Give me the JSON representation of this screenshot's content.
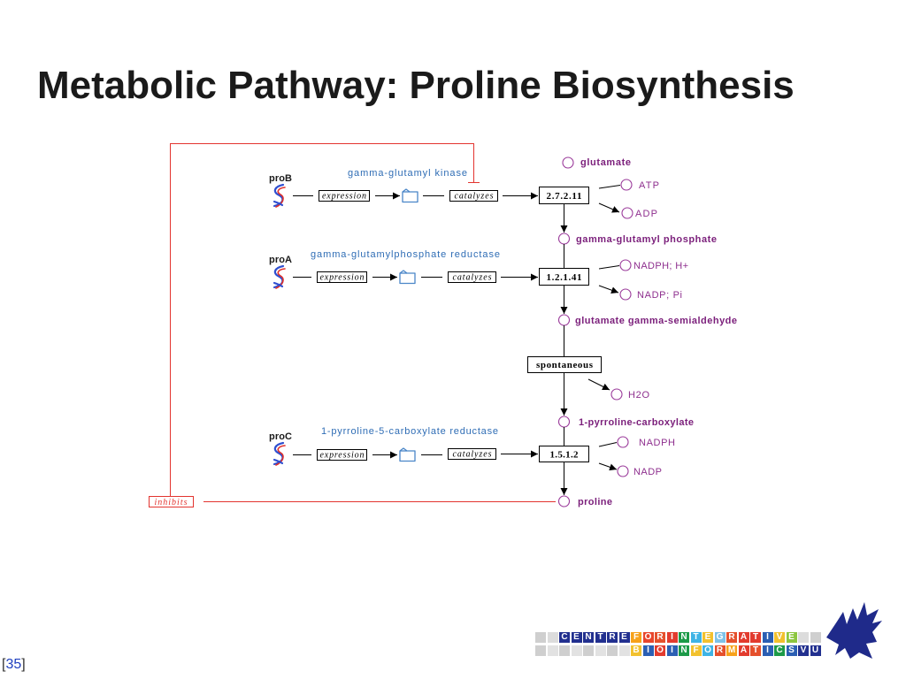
{
  "slide": {
    "title": "Metabolic Pathway: Proline Biosynthesis"
  },
  "diagram": {
    "genes": [
      {
        "gene": "proB",
        "enzyme": "gamma-glutamyl kinase",
        "expression": "expression",
        "catalyzes": "catalyzes"
      },
      {
        "gene": "proA",
        "enzyme": "gamma-glutamylphosphate reductase",
        "expression": "expression",
        "catalyzes": "catalyzes"
      },
      {
        "gene": "proC",
        "enzyme": "1-pyrroline-5-carboxylate reductase",
        "expression": "expression",
        "catalyzes": "catalyzes"
      }
    ],
    "metabolites": [
      "glutamate",
      "gamma-glutamyl phosphate",
      "glutamate gamma-semialdehyde",
      "1-pyrroline-carboxylate",
      "proline"
    ],
    "reactions": [
      {
        "label": "2.7.2.11",
        "cofactor_in": "ATP",
        "cofactor_out": "ADP"
      },
      {
        "label": "1.2.1.41",
        "cofactor_in": "NADPH; H+",
        "cofactor_out": "NADP; Pi"
      },
      {
        "label": "spontaneous",
        "cofactor_out": "H2O"
      },
      {
        "label": "1.5.1.2",
        "cofactor_in": "NADPH",
        "cofactor_out": "NADP"
      }
    ],
    "inhibits_label": "inhibits"
  },
  "colors": {
    "title": "#1a1a1a",
    "metabolite": "#7b1f7b",
    "cofactor": "#8e2f8e",
    "circle": "#9a3a9a",
    "enzyme_name": "#2f6db5",
    "inhibition": "#e3342f",
    "page_number": "#1f3fbf"
  },
  "footer": {
    "bracket_open": "[",
    "page_number": "35",
    "bracket_close": "]"
  },
  "logo": {
    "rows": [
      [
        {
          "letter": "",
          "color": "#cfcfcf"
        },
        {
          "letter": "",
          "color": "#dcdcdc"
        },
        {
          "letter": "C",
          "color": "#22308f"
        },
        {
          "letter": "E",
          "color": "#22308f"
        },
        {
          "letter": "N",
          "color": "#22308f"
        },
        {
          "letter": "T",
          "color": "#22308f"
        },
        {
          "letter": "R",
          "color": "#22308f"
        },
        {
          "letter": "E",
          "color": "#22308f"
        },
        {
          "letter": "F",
          "color": "#f7a21b"
        },
        {
          "letter": "O",
          "color": "#e8452c"
        },
        {
          "letter": "R",
          "color": "#e5502c"
        },
        {
          "letter": "I",
          "color": "#e23b2e"
        },
        {
          "letter": "N",
          "color": "#1c9a48"
        },
        {
          "letter": "T",
          "color": "#3fb4e5"
        },
        {
          "letter": "E",
          "color": "#f2c12e"
        },
        {
          "letter": "G",
          "color": "#7fc2e8"
        },
        {
          "letter": "R",
          "color": "#e5502c"
        },
        {
          "letter": "A",
          "color": "#e23b2e"
        },
        {
          "letter": "T",
          "color": "#e23b2e"
        },
        {
          "letter": "I",
          "color": "#2b5fb3"
        },
        {
          "letter": "V",
          "color": "#f2c12e"
        },
        {
          "letter": "E",
          "color": "#8cc63f"
        },
        {
          "letter": "",
          "color": "#dcdcdc"
        },
        {
          "letter": "",
          "color": "#cfcfcf"
        }
      ],
      [
        {
          "letter": "",
          "color": "#cfcfcf"
        },
        {
          "letter": "",
          "color": "#e2e2e2"
        },
        {
          "letter": "",
          "color": "#cfcfcf"
        },
        {
          "letter": "",
          "color": "#e2e2e2"
        },
        {
          "letter": "",
          "color": "#cfcfcf"
        },
        {
          "letter": "",
          "color": "#e2e2e2"
        },
        {
          "letter": "",
          "color": "#cfcfcf"
        },
        {
          "letter": "",
          "color": "#e2e2e2"
        },
        {
          "letter": "B",
          "color": "#f2c12e"
        },
        {
          "letter": "I",
          "color": "#2b5fb3"
        },
        {
          "letter": "O",
          "color": "#e23b2e"
        },
        {
          "letter": "I",
          "color": "#2b5fb3"
        },
        {
          "letter": "N",
          "color": "#1c9a48"
        },
        {
          "letter": "F",
          "color": "#f2c12e"
        },
        {
          "letter": "O",
          "color": "#3fb4e5"
        },
        {
          "letter": "R",
          "color": "#e5502c"
        },
        {
          "letter": "M",
          "color": "#f7a21b"
        },
        {
          "letter": "A",
          "color": "#e23b2e"
        },
        {
          "letter": "T",
          "color": "#e5502c"
        },
        {
          "letter": "I",
          "color": "#2b5fb3"
        },
        {
          "letter": "C",
          "color": "#1c9a48"
        },
        {
          "letter": "S",
          "color": "#2b5fb3"
        },
        {
          "letter": "V",
          "color": "#22308f"
        },
        {
          "letter": "U",
          "color": "#22308f"
        }
      ]
    ]
  }
}
